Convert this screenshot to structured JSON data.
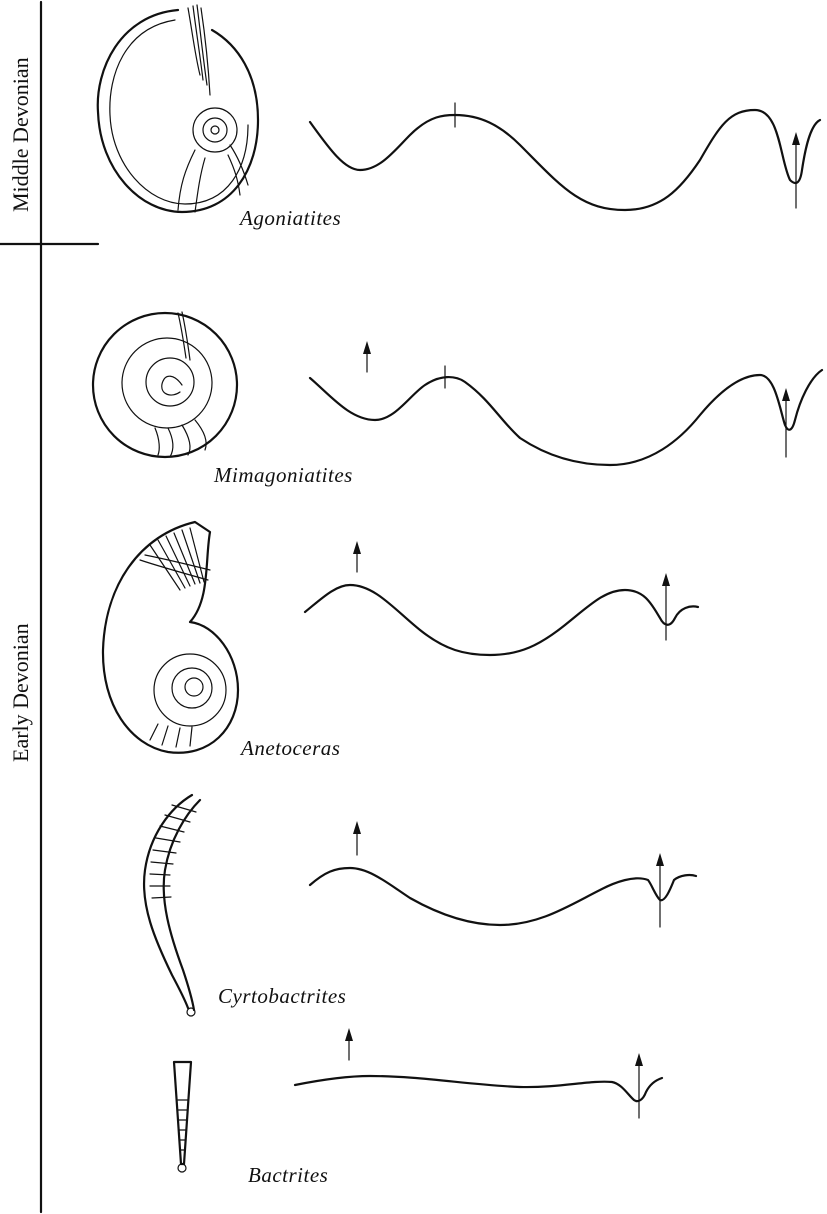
{
  "periods": {
    "upper": "Middle Devonian",
    "lower": "Early Devonian"
  },
  "taxa": [
    {
      "name": "Agoniatites"
    },
    {
      "name": "Mimagoniatites"
    },
    {
      "name": "Anetoceras"
    },
    {
      "name": "Cyrtobactrites"
    },
    {
      "name": "Bactrites"
    }
  ],
  "colors": {
    "ink": "#111111",
    "paper": "#ffffff"
  }
}
